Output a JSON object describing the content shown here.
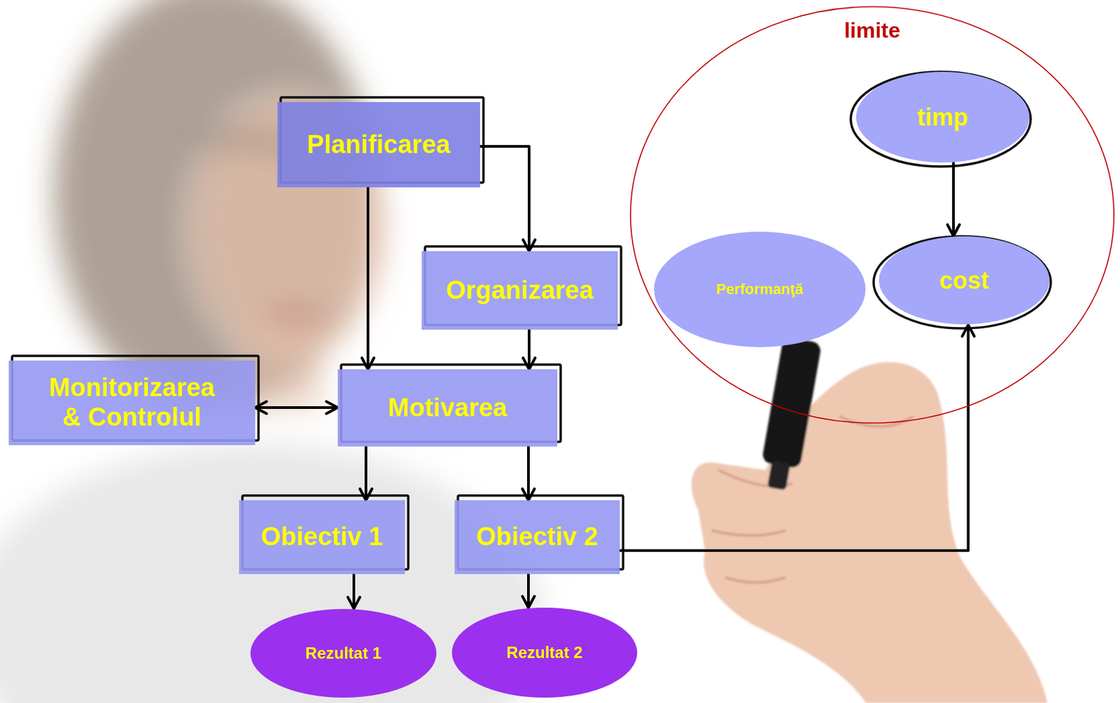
{
  "diagram": {
    "nodes": [
      {
        "text": [
          "limite"
        ]
      },
      {
        "text": [
          "timp"
        ],
        "in": 0
      },
      {
        "text": [
          "Planificarea"
        ]
      },
      {
        "text": [
          "Organizarea"
        ]
      },
      {
        "text": [
          "Performanţă"
        ],
        "in": 0
      },
      {
        "text": [
          "cost"
        ],
        "in": 0
      },
      {
        "text": [
          "Monitorizarea & Controlul"
        ]
      },
      {
        "text": [
          "Motivarea"
        ]
      },
      {
        "text": [
          "Obiectiv 1"
        ]
      },
      {
        "text": [
          "Obiectiv 2"
        ]
      },
      {
        "text": [
          "Rezultat 1"
        ]
      },
      {
        "text": [
          "Rezultat 2"
        ]
      }
    ],
    "edges": [
      {
        "from": 2,
        "to": 3,
        "arrow": "to"
      },
      {
        "from": 2,
        "to": 7,
        "arrow": "to"
      },
      {
        "from": 3,
        "to": 7,
        "arrow": "to"
      },
      {
        "from": 6,
        "to": 7,
        "arrow": "both"
      },
      {
        "from": 7,
        "to": 8,
        "arrow": "to"
      },
      {
        "from": 7,
        "to": 9,
        "arrow": "to"
      },
      {
        "from": 8,
        "to": 10,
        "arrow": "to"
      },
      {
        "from": 9,
        "to": 11,
        "arrow": "to"
      },
      {
        "from": 9,
        "to": 5,
        "arrow": "to"
      },
      {
        "from": 1,
        "to": 5,
        "arrow": "to"
      }
    ]
  }
}
